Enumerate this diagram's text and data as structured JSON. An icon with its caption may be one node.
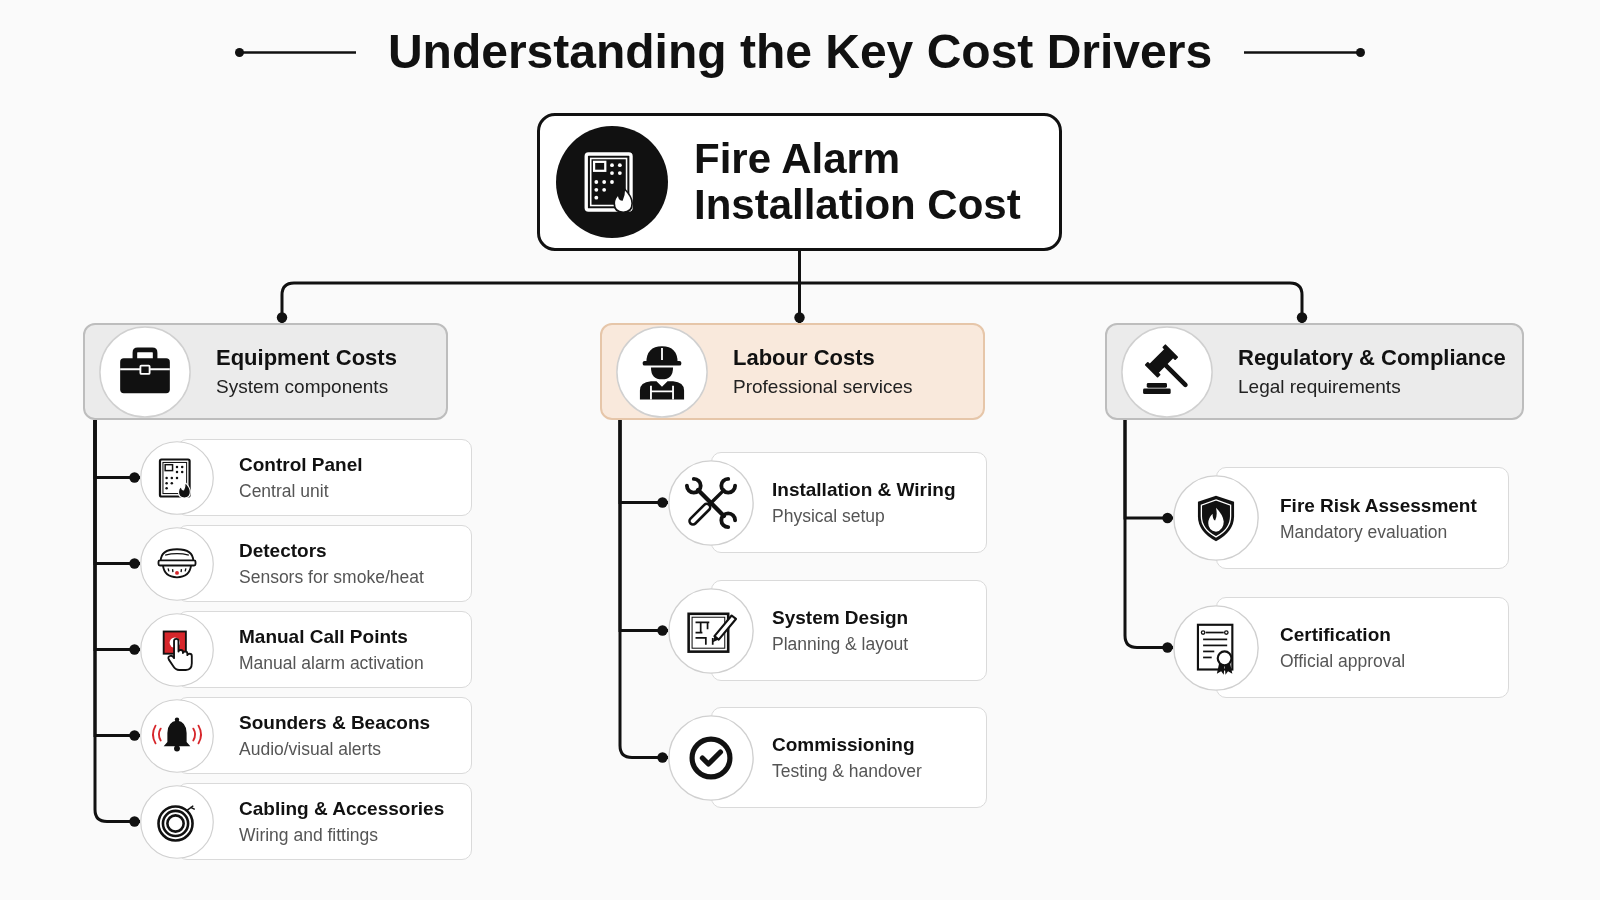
{
  "diagram": {
    "title": "Understanding the Key Cost Drivers",
    "nodes": [
      {
        "text": [
          "Fire Alarm Installation Cost"
        ]
      },
      {
        "text": [
          "Equipment Costs",
          "System components"
        ]
      },
      {
        "text": [
          "Labour Costs",
          "Professional services"
        ]
      },
      {
        "text": [
          "Regulatory & Compliance",
          "Legal requirements"
        ]
      },
      {
        "text": [
          "Control Panel",
          "Central unit"
        ]
      },
      {
        "text": [
          "Detectors",
          "Sensors for smoke/heat"
        ]
      },
      {
        "text": [
          "Manual Call Points",
          "Manual alarm activation"
        ]
      },
      {
        "text": [
          "Sounders & Beacons",
          "Audio/visual alerts"
        ]
      },
      {
        "text": [
          "Cabling & Accessories",
          "Wiring and fittings"
        ]
      },
      {
        "text": [
          "Installation & Wiring",
          "Physical setup"
        ]
      },
      {
        "text": [
          "System Design",
          "Planning & layout"
        ]
      },
      {
        "text": [
          "Commissioning",
          "Testing & handover"
        ]
      },
      {
        "text": [
          "Fire Risk Assessment",
          "Mandatory evaluation"
        ]
      },
      {
        "text": [
          "Certification",
          "Official approval"
        ]
      }
    ],
    "edges": [
      {
        "from": 0,
        "to": 1,
        "arrow": "other"
      },
      {
        "from": 0,
        "to": 2,
        "arrow": "other"
      },
      {
        "from": 0,
        "to": 3,
        "arrow": "other"
      },
      {
        "from": 1,
        "to": 4,
        "arrow": "other"
      },
      {
        "from": 1,
        "to": 5,
        "arrow": "other"
      },
      {
        "from": 1,
        "to": 6,
        "arrow": "other"
      },
      {
        "from": 1,
        "to": 7,
        "arrow": "other"
      },
      {
        "from": 1,
        "to": 8,
        "arrow": "other"
      },
      {
        "from": 2,
        "to": 9,
        "arrow": "other"
      },
      {
        "from": 2,
        "to": 10,
        "arrow": "other"
      },
      {
        "from": 2,
        "to": 11,
        "arrow": "other"
      },
      {
        "from": 3,
        "to": 12,
        "arrow": "other"
      },
      {
        "from": 3,
        "to": 13,
        "arrow": "other"
      }
    ]
  }
}
